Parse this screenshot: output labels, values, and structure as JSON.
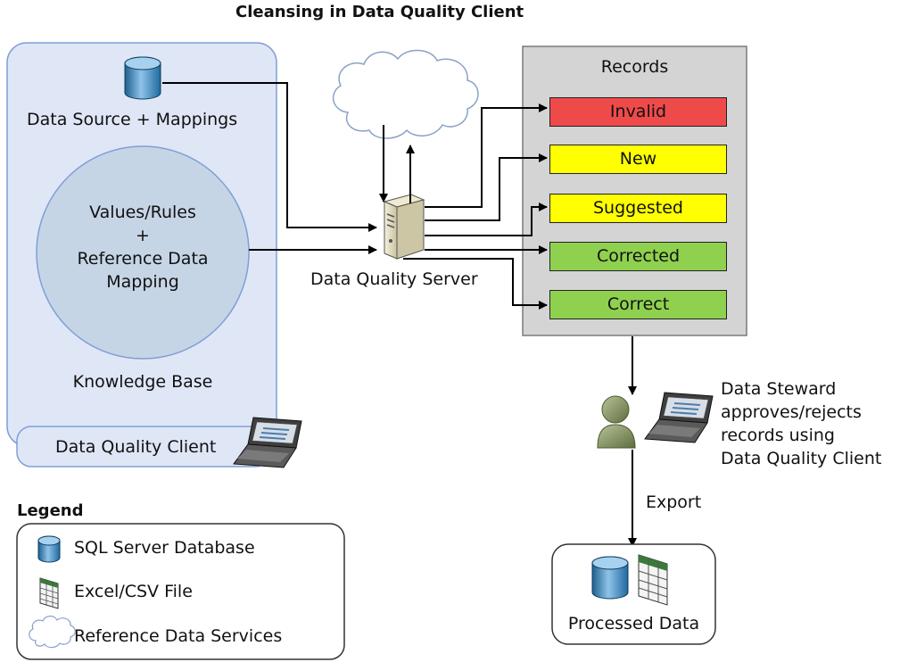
{
  "title": "Cleansing in Data Quality Client",
  "data_source_label": "Data Source + Mappings",
  "knowledge_base": {
    "circle_lines": [
      "Values/Rules",
      "+",
      "Reference Data",
      "Mapping"
    ],
    "label": "Knowledge Base"
  },
  "client_label": "Data Quality Client",
  "server_label": "Data Quality Server",
  "records": {
    "title": "Records",
    "items": [
      {
        "label": "Invalid",
        "color": "#ef4a4a"
      },
      {
        "label": "New",
        "color": "#ffff00"
      },
      {
        "label": "Suggested",
        "color": "#ffff00"
      },
      {
        "label": "Corrected",
        "color": "#8fd14f"
      },
      {
        "label": "Correct",
        "color": "#8fd14f"
      }
    ]
  },
  "steward_text": [
    "Data Steward",
    "approves/rejects",
    "records using",
    "Data Quality Client"
  ],
  "export_label": "Export",
  "processed_label": "Processed Data",
  "legend": {
    "title": "Legend",
    "items": [
      {
        "icon": "database-icon",
        "label": "SQL Server Database"
      },
      {
        "icon": "spreadsheet-icon",
        "label": "Excel/CSV File"
      },
      {
        "icon": "cloud-icon",
        "label": "Reference Data Services"
      }
    ]
  },
  "colors": {
    "panel_fill": "#dfe6f6",
    "panel_border": "#7f9fd6",
    "circle_fill": "#c6d5e6",
    "records_fill": "#d4d4d4"
  }
}
